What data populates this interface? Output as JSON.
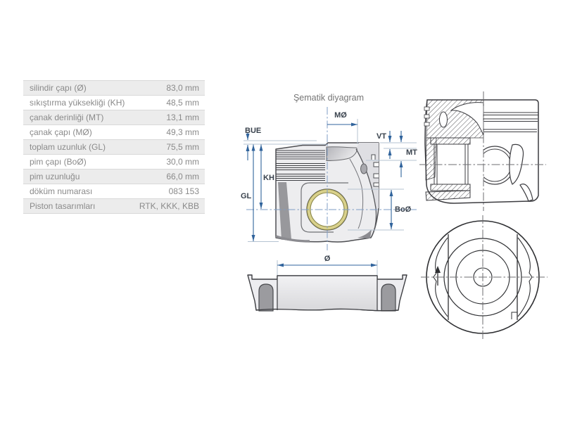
{
  "spec_table": {
    "rows": [
      {
        "label": "silindir çapı (Ø)",
        "value": "83,0 mm"
      },
      {
        "label": "sıkıştırma yüksekliği (KH)",
        "value": "48,5 mm"
      },
      {
        "label": "çanak derinliği (MT)",
        "value": "13,1 mm"
      },
      {
        "label": "çanak çapı (MØ)",
        "value": "49,3 mm"
      },
      {
        "label": "toplam uzunluk (GL)",
        "value": "75,5 mm"
      },
      {
        "label": "pim çapı (BoØ)",
        "value": "30,0 mm"
      },
      {
        "label": "pim uzunluğu",
        "value": "66,0 mm"
      },
      {
        "label": "döküm numarası",
        "value": "083 153"
      },
      {
        "label": "Piston tasarımları",
        "value": "RTK, KKK, KBB"
      }
    ]
  },
  "diagram": {
    "title": "Şematik diyagram",
    "dimension_labels": {
      "bue": "BUE",
      "mo": "MØ",
      "vt": "VT",
      "mt": "MT",
      "kh": "KH",
      "gl": "GL",
      "bo": "BoØ",
      "dia": "Ø"
    },
    "colors": {
      "dimension_line": "#30639c",
      "extension_line": "#b5c3d2",
      "centerline": "#7f9dc4",
      "dimension_text": "#39424d",
      "title_text": "#757575",
      "drawing_ink": "#3c3c40",
      "piston_fill": "#ededef",
      "piston_outline": "#4e4f53",
      "dark_gray": "#98989c",
      "pin_ring_yellow": "#d9d18c",
      "pin_ring_edge": "#8a8647"
    }
  },
  "table_style": {
    "odd_row_bg": "#ececec",
    "even_row_bg": "#ffffff",
    "border": "#d9d9d9",
    "text": "#8a8a8a"
  }
}
